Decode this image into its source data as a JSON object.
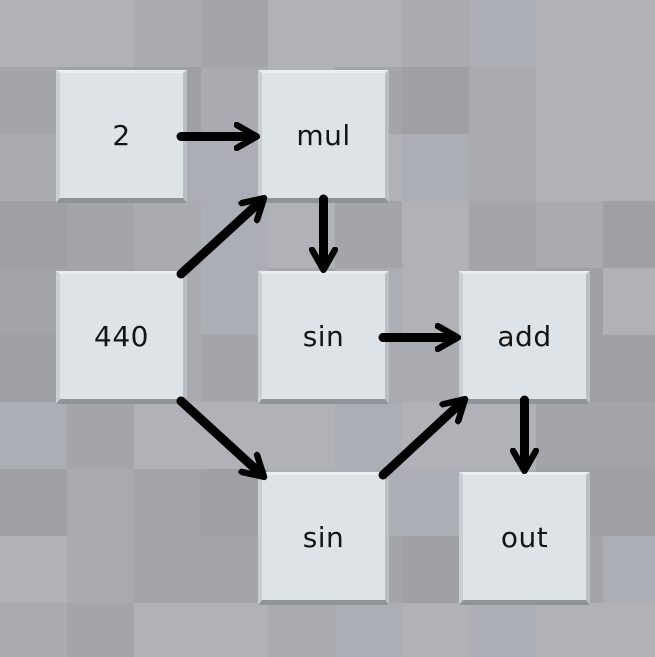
{
  "background": {
    "colors": [
      "#a9abb0",
      "#a3a5ab",
      "#b0b2b8",
      "#9ea0a5",
      "#abaeb4"
    ]
  },
  "nodes": [
    {
      "id": "n-2",
      "label": "2"
    },
    {
      "id": "n-mul",
      "label": "mul"
    },
    {
      "id": "n-440",
      "label": "440"
    },
    {
      "id": "n-sin1",
      "label": "sin"
    },
    {
      "id": "n-add",
      "label": "add"
    },
    {
      "id": "n-sin2",
      "label": "sin"
    },
    {
      "id": "n-out",
      "label": "out"
    }
  ],
  "edges": [
    {
      "from": "n-2",
      "to": "n-mul"
    },
    {
      "from": "n-440",
      "to": "n-mul"
    },
    {
      "from": "n-mul",
      "to": "n-sin1"
    },
    {
      "from": "n-440",
      "to": "n-sin2"
    },
    {
      "from": "n-sin1",
      "to": "n-add"
    },
    {
      "from": "n-sin2",
      "to": "n-add"
    },
    {
      "from": "n-add",
      "to": "n-out"
    }
  ],
  "wire_color": "#000000"
}
